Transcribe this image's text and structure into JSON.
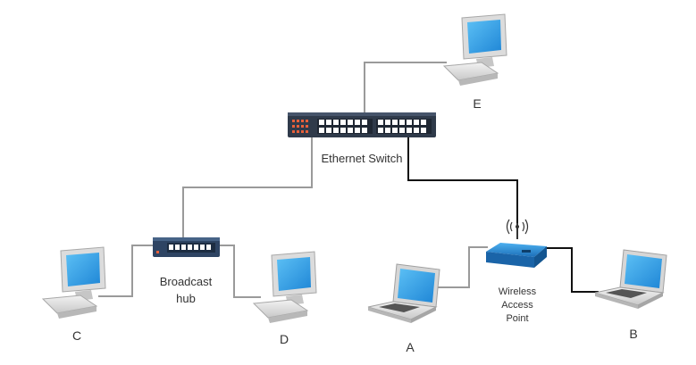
{
  "nodes": {
    "A": "A",
    "B": "B",
    "C": "C",
    "D": "D",
    "E": "E"
  },
  "devices": {
    "switch": "Ethernet Switch",
    "hub_line1": "Broadcast",
    "hub_line2": "hub",
    "ap_line1": "Wireless",
    "ap_line2": "Access",
    "ap_line3": "Point"
  },
  "colors": {
    "wired_link": "#9a9a9a",
    "dark_link": "#111111",
    "switch_body": "#2f3a4a",
    "switch_led": "#e8603a",
    "hub_body": "#2e4463",
    "ap_body": "#2f8fd8",
    "screen": "#3aa0e8",
    "computer_body": "#d9d9d9"
  },
  "icons": {
    "switch": "ethernet-switch-icon",
    "hub": "broadcast-hub-icon",
    "ap": "wireless-access-point-icon",
    "desktop": "desktop-computer-icon",
    "laptop": "laptop-icon"
  }
}
